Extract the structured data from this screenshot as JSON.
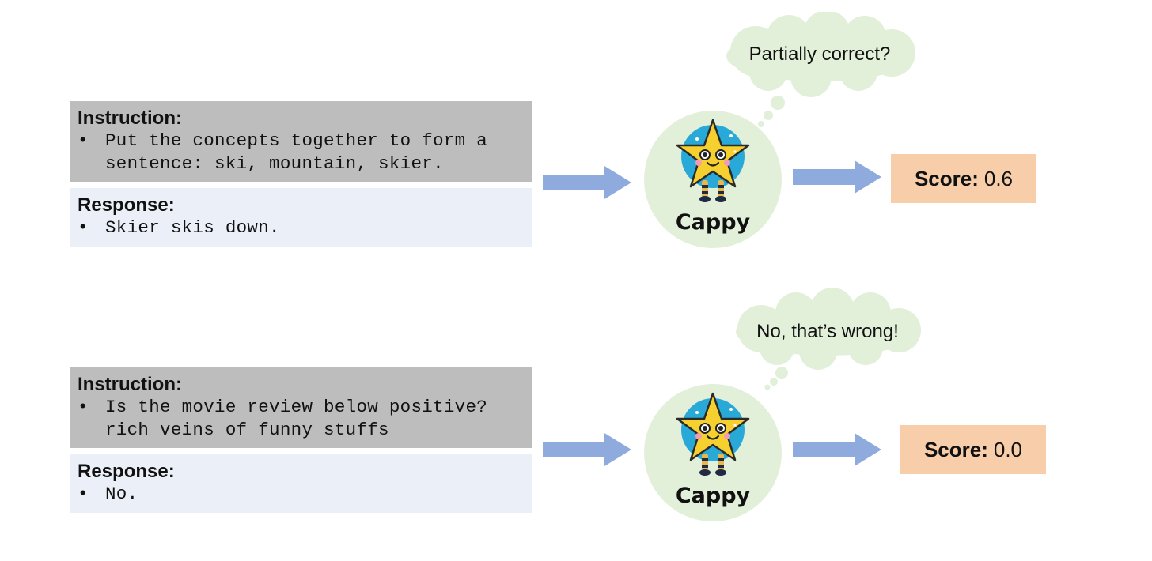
{
  "examples": [
    {
      "instruction_label": "Instruction:",
      "instruction_lines": [
        "Put the concepts together to form a",
        "sentence: ski, mountain, skier."
      ],
      "response_label": "Response:",
      "response_text": "Skier skis down.",
      "thought": "Partially correct?",
      "model_name": "Cappy",
      "score_label": "Score:",
      "score_value": "0.6"
    },
    {
      "instruction_label": "Instruction:",
      "instruction_lines": [
        "Is the movie review below positive?",
        "rich veins of funny stuffs"
      ],
      "response_label": "Response:",
      "response_text": "No.",
      "thought": "No, that’s wrong!",
      "model_name": "Cappy",
      "score_label": "Score:",
      "score_value": "0.0"
    }
  ],
  "bullet": "•",
  "colors": {
    "instruction_bg": "#bdbdbd",
    "response_bg": "#eaeff8",
    "arrow": "#8faadc",
    "circle_bg": "#e2efd9",
    "cloud_bg": "#e2efd9",
    "score_bg": "#f7cdaa",
    "star_fill": "#f5d02e",
    "star_glow": "#29a9d8"
  },
  "icons": [
    "right-arrow-icon",
    "cappy-star-mascot-icon",
    "thought-cloud-icon"
  ]
}
